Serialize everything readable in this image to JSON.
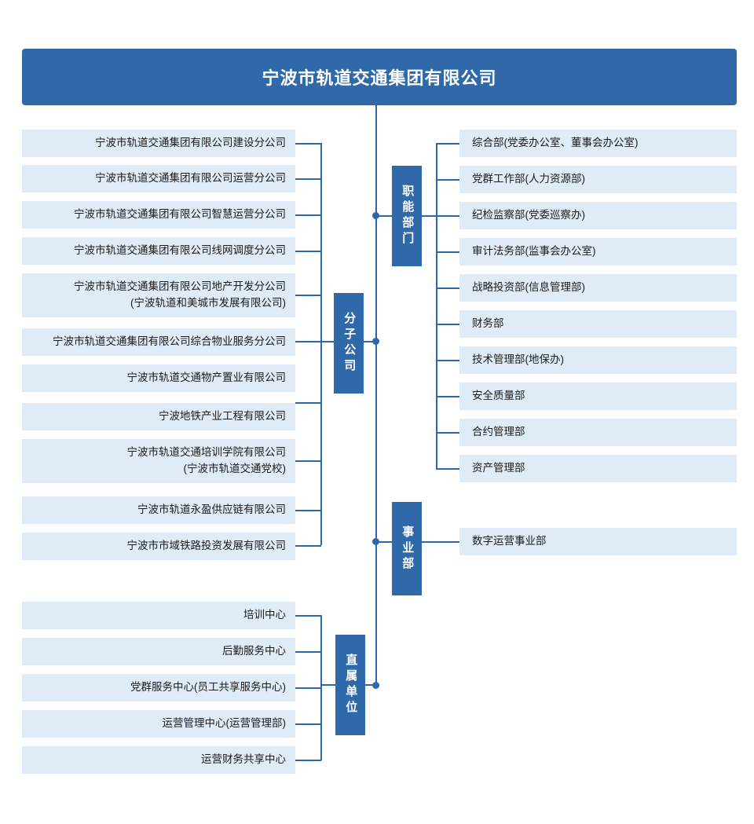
{
  "root": {
    "title": "宁波市轨道交通集团有限公司"
  },
  "categories": {
    "subsidiaries": "分子公司",
    "functional": "职能部门",
    "business_unit": "事业部",
    "direct_units": "直属单位"
  },
  "subsidiaries": {
    "label": "分子公司",
    "items": [
      {
        "name": "宁波市轨道交通集团有限公司建设分公司"
      },
      {
        "name": "宁波市轨道交通集团有限公司运营分公司"
      },
      {
        "name": "宁波市轨道交通集团有限公司智慧运营分公司"
      },
      {
        "name": "宁波市轨道交通集团有限公司线网调度分公司"
      },
      {
        "name": "宁波市轨道交通集团有限公司地产开发分公司\n(宁波轨道和美城市发展有限公司)"
      },
      {
        "name": "宁波市轨道交通集团有限公司综合物业服务分公司"
      },
      {
        "name": "宁波市轨道交通物产置业有限公司"
      },
      {
        "name": "宁波地铁产业工程有限公司"
      },
      {
        "name": "宁波市轨道交通培训学院有限公司\n(宁波市轨道交通党校)"
      },
      {
        "name": "宁波市轨道永盈供应链有限公司"
      },
      {
        "name": "宁波市市域铁路投资发展有限公司"
      }
    ]
  },
  "functional": {
    "label": "职能部门",
    "items": [
      {
        "name": "综合部(党委办公室、董事会办公室)"
      },
      {
        "name": "党群工作部(人力资源部)"
      },
      {
        "name": "纪检监察部(党委巡察办)"
      },
      {
        "name": "审计法务部(监事会办公室)"
      },
      {
        "name": "战略投资部(信息管理部)"
      },
      {
        "name": "财务部"
      },
      {
        "name": "技术管理部(地保办)"
      },
      {
        "name": "安全质量部"
      },
      {
        "name": "合约管理部"
      },
      {
        "name": "资产管理部"
      }
    ]
  },
  "business_unit": {
    "label": "事业部",
    "items": [
      {
        "name": "数字运营事业部"
      }
    ]
  },
  "direct_units": {
    "label": "直属单位",
    "items": [
      {
        "name": "培训中心"
      },
      {
        "name": "后勤服务中心"
      },
      {
        "name": "党群服务中心(员工共享服务中心)"
      },
      {
        "name": "运营管理中心(运营管理部)"
      },
      {
        "name": "运营财务共享中心"
      }
    ]
  },
  "colors": {
    "brand_blue": "#3069aa",
    "line_blue": "#2d68aa",
    "leaf_fill": "#dfebf7",
    "text_dark": "#1b1b1b",
    "background": "#ffffff"
  }
}
